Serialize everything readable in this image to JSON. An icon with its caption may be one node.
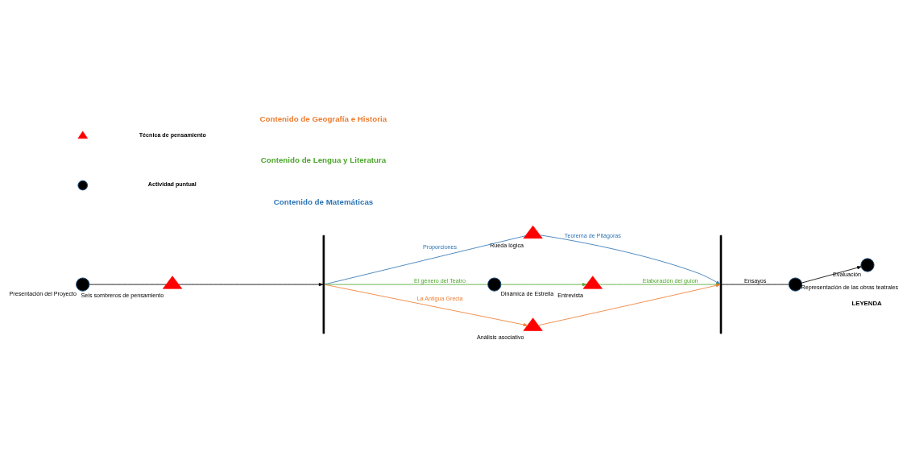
{
  "diagram": {
    "nodes": [
      {
        "text": [],
        "shape": "circle",
        "beside": [
          "Presentación del Proyecto"
        ]
      },
      {
        "text": [],
        "shape": "triangle",
        "beside": [
          "Seis sombreros de pensamiento"
        ]
      },
      {
        "text": [],
        "shape": "bar"
      },
      {
        "text": [],
        "shape": "triangle",
        "beside": [
          "Rueda lógica"
        ]
      },
      {
        "text": [],
        "shape": "circle",
        "beside": [
          "Dinámica de Estrella"
        ]
      },
      {
        "text": [],
        "shape": "triangle",
        "beside": [
          "Entrevista"
        ]
      },
      {
        "text": [],
        "shape": "triangle",
        "beside": [
          "Análisis asociativo"
        ]
      },
      {
        "text": [],
        "shape": "bar"
      },
      {
        "text": [],
        "shape": "circle",
        "beside": [
          "Representación de las obras teatrales"
        ]
      },
      {
        "text": [],
        "shape": "circle",
        "beside": [
          "Evaluación"
        ]
      }
    ],
    "edges": [
      {
        "from": 0,
        "to": 1,
        "arrow": "none"
      },
      {
        "from": 1,
        "to": 2,
        "arrow": "to"
      },
      {
        "from": 2,
        "to": 3,
        "arrow": "none",
        "label": "Proporciones",
        "color": "#2e75b6"
      },
      {
        "from": 3,
        "to": 7,
        "arrow": "to",
        "label": "Teorema de Pitágoras",
        "color": "#2e75b6"
      },
      {
        "from": 2,
        "to": 4,
        "arrow": "none",
        "label": "El género del Teatro",
        "color": "#4ea72e"
      },
      {
        "from": 4,
        "to": 5,
        "arrow": "to",
        "color": "#4ea72e"
      },
      {
        "from": 5,
        "to": 7,
        "arrow": "to",
        "label": "Elaboración del guion",
        "color": "#4ea72e"
      },
      {
        "from": 2,
        "to": 6,
        "arrow": "to",
        "label": "La Antigua Grecia",
        "color": "#ed7d31"
      },
      {
        "from": 6,
        "to": 7,
        "arrow": "to",
        "color": "#ed7d31"
      },
      {
        "from": 7,
        "to": 8,
        "arrow": "none",
        "label": "Ensayos"
      },
      {
        "from": 8,
        "to": 9,
        "arrow": "to"
      }
    ],
    "labels": [
      "LEYENDA"
    ],
    "legend": [
      {
        "text": "Contenido de Matemáticas",
        "color": "#2e75b6"
      },
      {
        "text": "Actividad puntual"
      },
      {
        "text": "Contenido de Lengua y Literatura",
        "color": "#4ea72e"
      },
      {
        "text": "Técnica de pensamiento"
      },
      {
        "text": "Contenido de Geografía e Historia",
        "color": "#ed7d31"
      }
    ]
  }
}
